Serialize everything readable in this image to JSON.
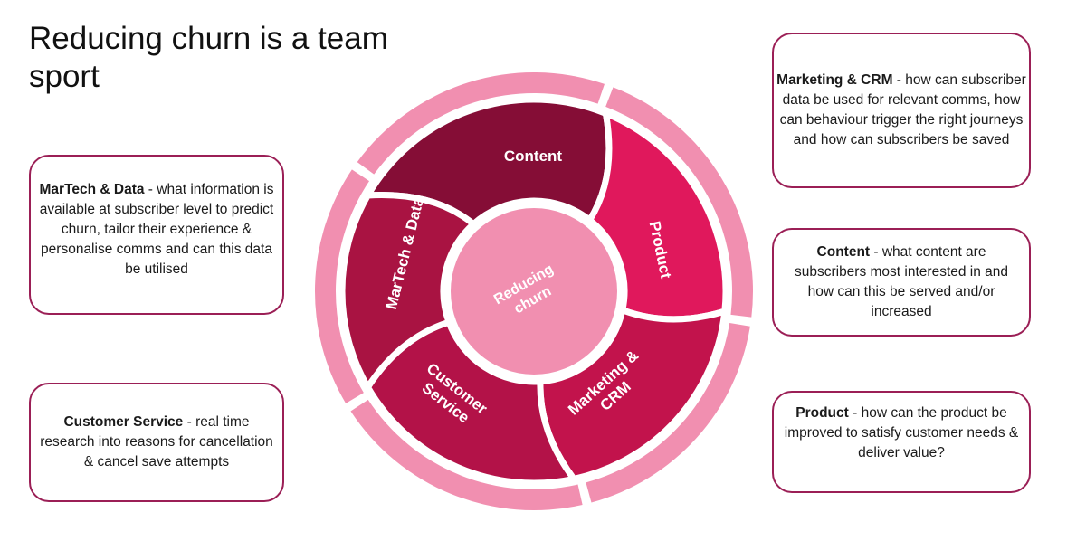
{
  "title": "Reducing churn is a team sport",
  "colors": {
    "outer_ring": "#f18fb0",
    "center": "#f18fb0",
    "box_border": "#9b1f56",
    "content": "#850d36",
    "product": "#e0185c",
    "marketing_crm": "#c2134c",
    "customer_service": "#b31248",
    "martech_data": "#a91342"
  },
  "wheel": {
    "center_label": [
      "Reducing",
      "churn"
    ],
    "segments": [
      {
        "id": "content",
        "label": [
          "Content"
        ]
      },
      {
        "id": "product",
        "label": [
          "Product"
        ]
      },
      {
        "id": "marketing_crm",
        "label": [
          "Marketing &",
          "CRM"
        ]
      },
      {
        "id": "customer_service",
        "label": [
          "Customer",
          "Service"
        ]
      },
      {
        "id": "martech_data",
        "label": [
          "MarTech & Data"
        ]
      }
    ]
  },
  "boxes": {
    "martech": {
      "heading": "MarTech & Data",
      "text": " - what information is available at subscriber level to predict churn, tailor their experience & personalise comms and can this data be utilised"
    },
    "customer_service": {
      "heading": "Customer Service",
      "text": " - real time research into reasons for cancellation & cancel save attempts"
    },
    "marketing_crm": {
      "heading": "Marketing & CRM",
      "text": " - how can subscriber data be used for relevant comms, how can behaviour trigger the right journeys and how can subscribers be saved"
    },
    "content": {
      "heading": "Content",
      "text": " - what content are subscribers most interested in and how can this be served and/or increased"
    },
    "product": {
      "heading": "Product",
      "text": " - how can the product be improved to satisfy customer needs & deliver value?"
    }
  }
}
